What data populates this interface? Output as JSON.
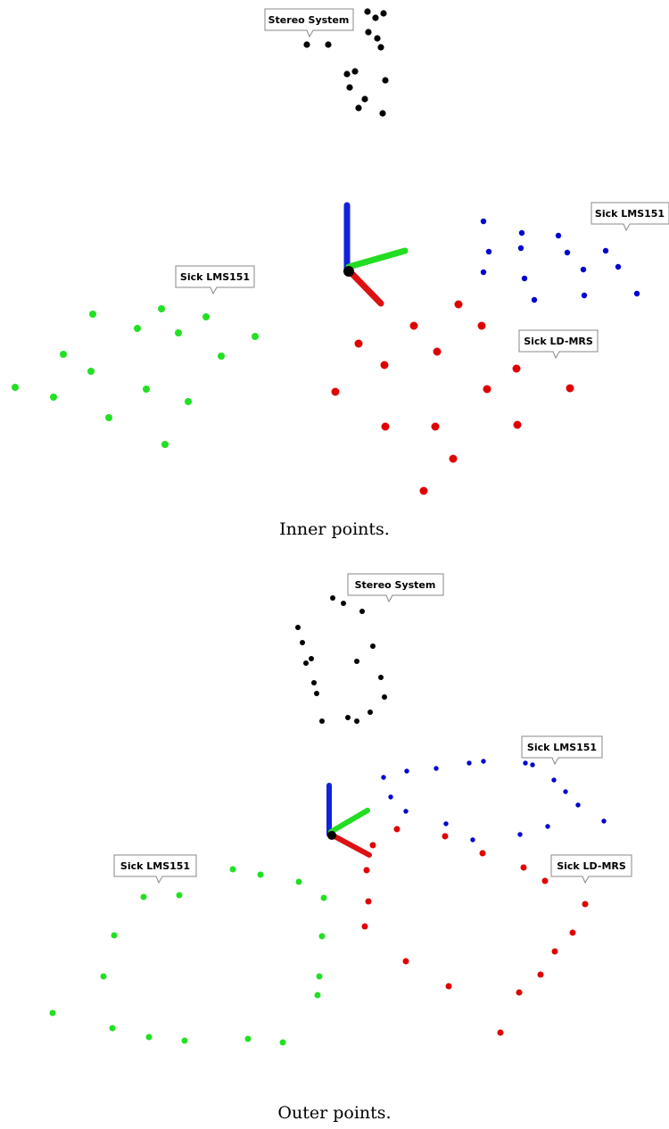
{
  "colors": {
    "stereo": "#000000",
    "sick_lms151_a": "#0000d0",
    "sick_lms151_b": "#22e022",
    "sick_ldmrs": "#e00000",
    "axis_x": "#dd1111",
    "axis_y": "#22dd22",
    "axis_z": "#1122dd"
  },
  "inner": {
    "caption": "Inner points.",
    "labels": {
      "stereo": "Stereo System",
      "lms_blue": "Sick LMS151",
      "lms_green": "Sick LMS151",
      "ldmrs": "Sick LD-MRS"
    }
  },
  "outer": {
    "caption": "Outer points.",
    "labels": {
      "stereo": "Stereo System",
      "lms_blue": "Sick LMS151",
      "lms_green": "Sick LMS151",
      "ldmrs": "Sick LD-MRS"
    }
  }
}
